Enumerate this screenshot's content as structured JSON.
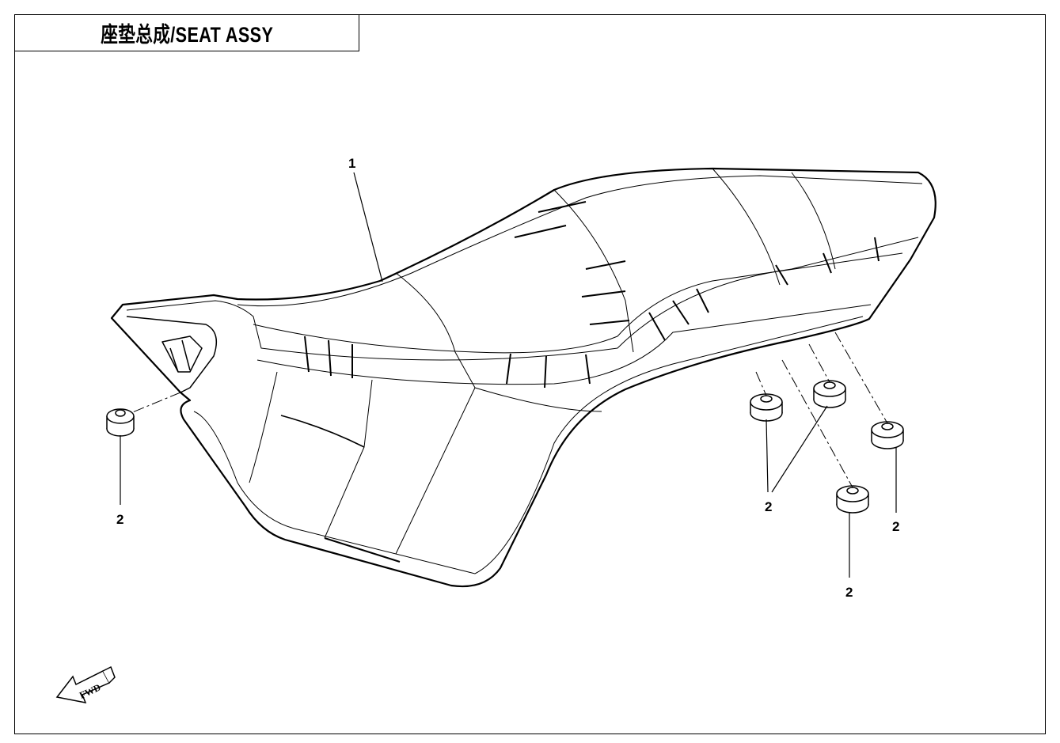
{
  "title": "座垫总成/SEAT ASSY",
  "callouts": [
    {
      "part_number": "1",
      "part": "seat"
    },
    {
      "part_number": "2",
      "part": "grommet-front"
    },
    {
      "part_number": "2",
      "part": "grommet-pair"
    },
    {
      "part_number": "2",
      "part": "grommet-rear-right"
    },
    {
      "part_number": "2",
      "part": "grommet-rear-lower"
    }
  ],
  "direction_arrow": {
    "label": "FWD"
  }
}
